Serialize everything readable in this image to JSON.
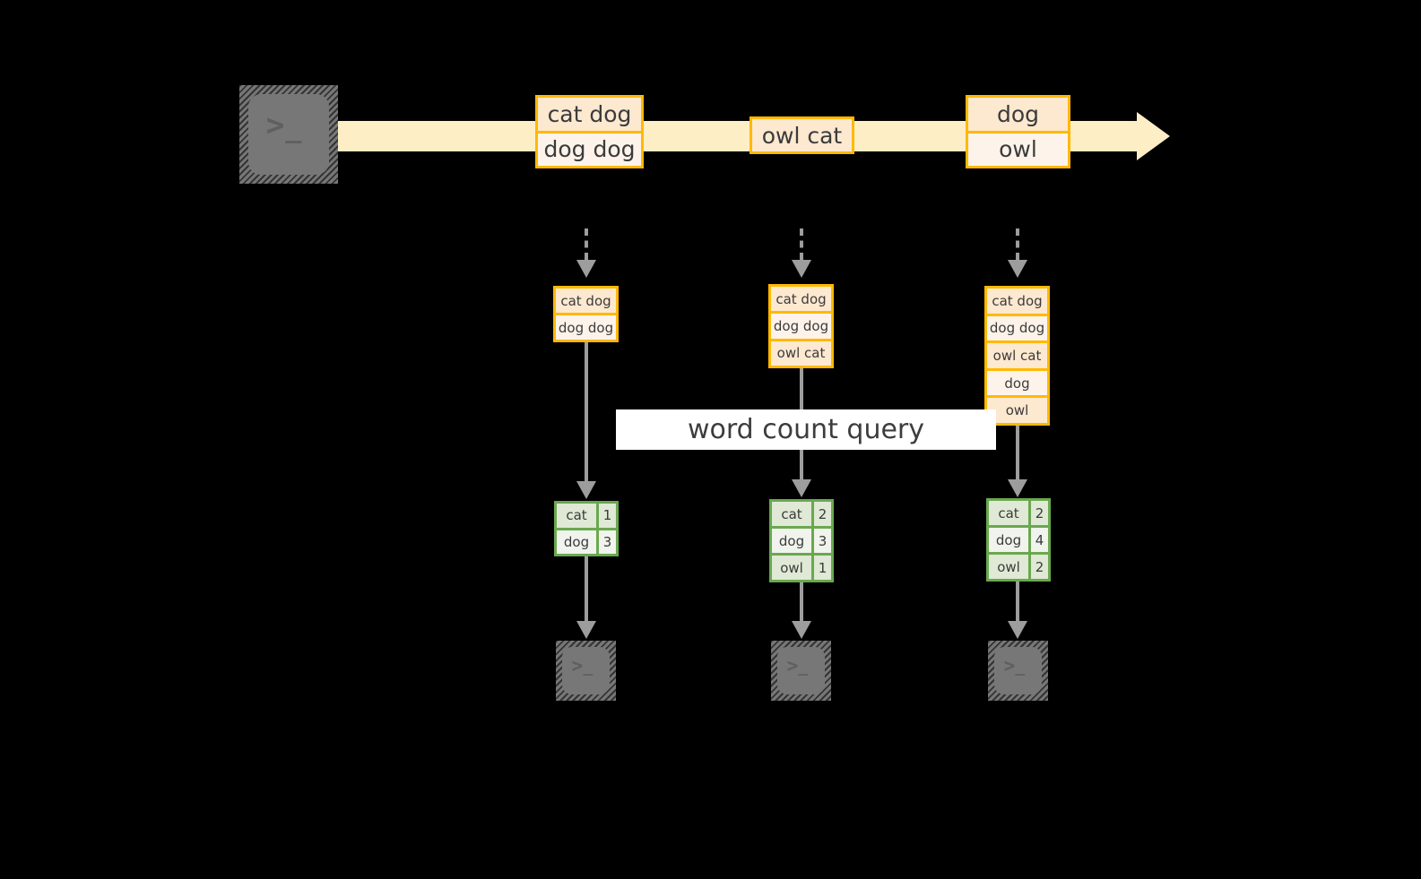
{
  "diagram": {
    "title": "word count query",
    "colors": {
      "background": "#000000",
      "stream_fill": "#fdeec5",
      "record_border": "#ffb900",
      "record_fill_dark": "#fde8d0",
      "record_fill_light": "#fdf3ea",
      "result_border": "#6aa84f",
      "result_fill_dark": "#dfe9d5",
      "result_fill_light": "#f0f4ec",
      "connector": "#9d9d9d",
      "terminal_fill": "#777777",
      "banner_fill": "#ffffff",
      "text": "#3b3b3b"
    },
    "source": {
      "icon": "terminal-icon",
      "chevron_glyph": ">",
      "underscore_glyph": "_"
    },
    "stream": {
      "icon": "arrow-right-icon",
      "groups": [
        {
          "rows": [
            "cat dog",
            "dog dog"
          ]
        },
        {
          "rows": [
            "owl cat"
          ]
        },
        {
          "rows": [
            "dog",
            "owl"
          ]
        }
      ]
    },
    "query_banner": {
      "label": "word count query"
    },
    "pipelines": [
      {
        "id": "pipeline-1",
        "input_rows": [
          "cat dog",
          "dog dog"
        ],
        "results": [
          {
            "word": "cat",
            "count": "1"
          },
          {
            "word": "dog",
            "count": "3"
          }
        ],
        "sink_icon": "terminal-icon"
      },
      {
        "id": "pipeline-2",
        "input_rows": [
          "cat dog",
          "dog dog",
          "owl cat"
        ],
        "results": [
          {
            "word": "cat",
            "count": "2"
          },
          {
            "word": "dog",
            "count": "3"
          },
          {
            "word": "owl",
            "count": "1"
          }
        ],
        "sink_icon": "terminal-icon"
      },
      {
        "id": "pipeline-3",
        "input_rows": [
          "cat dog",
          "dog dog",
          "owl cat",
          "dog",
          "owl"
        ],
        "results": [
          {
            "word": "cat",
            "count": "2"
          },
          {
            "word": "dog",
            "count": "4"
          },
          {
            "word": "owl",
            "count": "2"
          }
        ],
        "sink_icon": "terminal-icon"
      }
    ]
  }
}
